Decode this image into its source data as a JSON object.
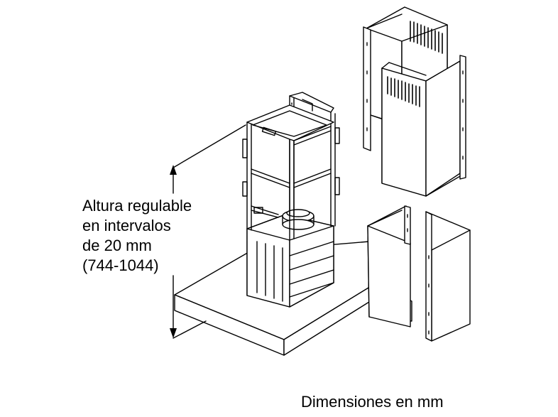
{
  "annotation": {
    "height_lines": [
      "Altura regulable",
      "en intervalos",
      "de 20 mm",
      "(744-1044)"
    ],
    "units": "Dimensiones en mm"
  },
  "colors": {
    "line": "#000000",
    "fill": "#ffffff"
  }
}
